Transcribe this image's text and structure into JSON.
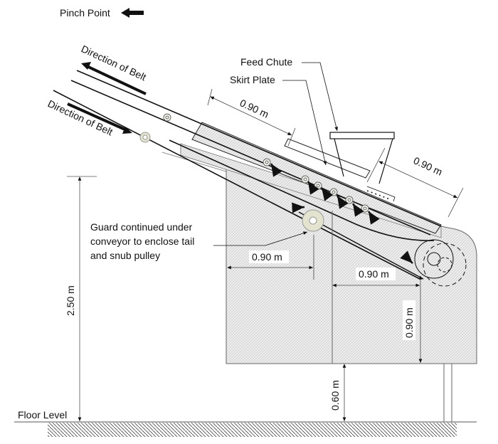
{
  "labels": {
    "pinch_point": "Pinch Point",
    "direction_belt_top": "Direction of Belt",
    "direction_belt_bottom": "Direction of Belt",
    "feed_chute": "Feed Chute",
    "skirt_plate": "Skirt Plate",
    "guard_note_line1": "Guard continued under",
    "guard_note_line2": "conveyor to enclose tail",
    "guard_note_line3": "and snub pulley",
    "floor_level": "Floor Level"
  },
  "dimensions": {
    "skirt_length": "0.90 m",
    "chute_to_tail": "0.90 m",
    "snub_reach": "0.90 m",
    "tail_reach": "0.90 m",
    "tail_height": "0.90 m",
    "guard_height": "2.50 m",
    "guard_clearance": "0.60 m"
  },
  "legend": {
    "pinch_point_icon": "left-arrow-icon"
  },
  "colors": {
    "line": "#111111",
    "dim_line": "#555555",
    "hatch": "#d9d9d9",
    "roller_fill": "#e3e3d0"
  }
}
